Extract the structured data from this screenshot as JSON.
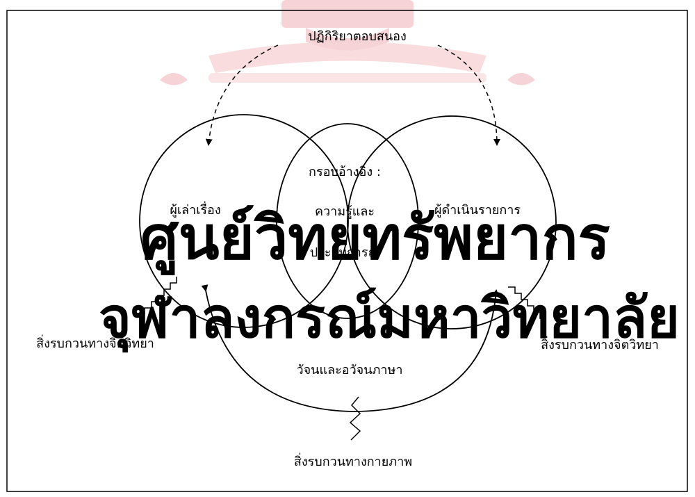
{
  "diagram": {
    "top_label": "ปฏิกิริยาตอบสนอง",
    "left_circle_label": "ผู้เล่าเรื่อง",
    "right_circle_label": "ผู้ดำเนินรายการ",
    "center_label_line1": "กรอบอ้างอิง :",
    "center_label_line2": "ความรู้และ",
    "center_label_line3": "ประสบการณ์",
    "left_noise_label": "สิ่งรบกวนทางจิตวิทยา",
    "right_noise_label": "สิ่งรบกวนทางจิตวิทยา",
    "bottom_arc_label": "วัจนและอวัจนภาษา",
    "bottom_noise_label": "สิ่งรบกวนทางกายภาพ"
  },
  "watermark": {
    "line1": "ศูนย์วิทยทรัพยากร",
    "line2": "จุฬาลงกรณ์มหาวิทยาลัย",
    "color": "#f3c4c8"
  }
}
